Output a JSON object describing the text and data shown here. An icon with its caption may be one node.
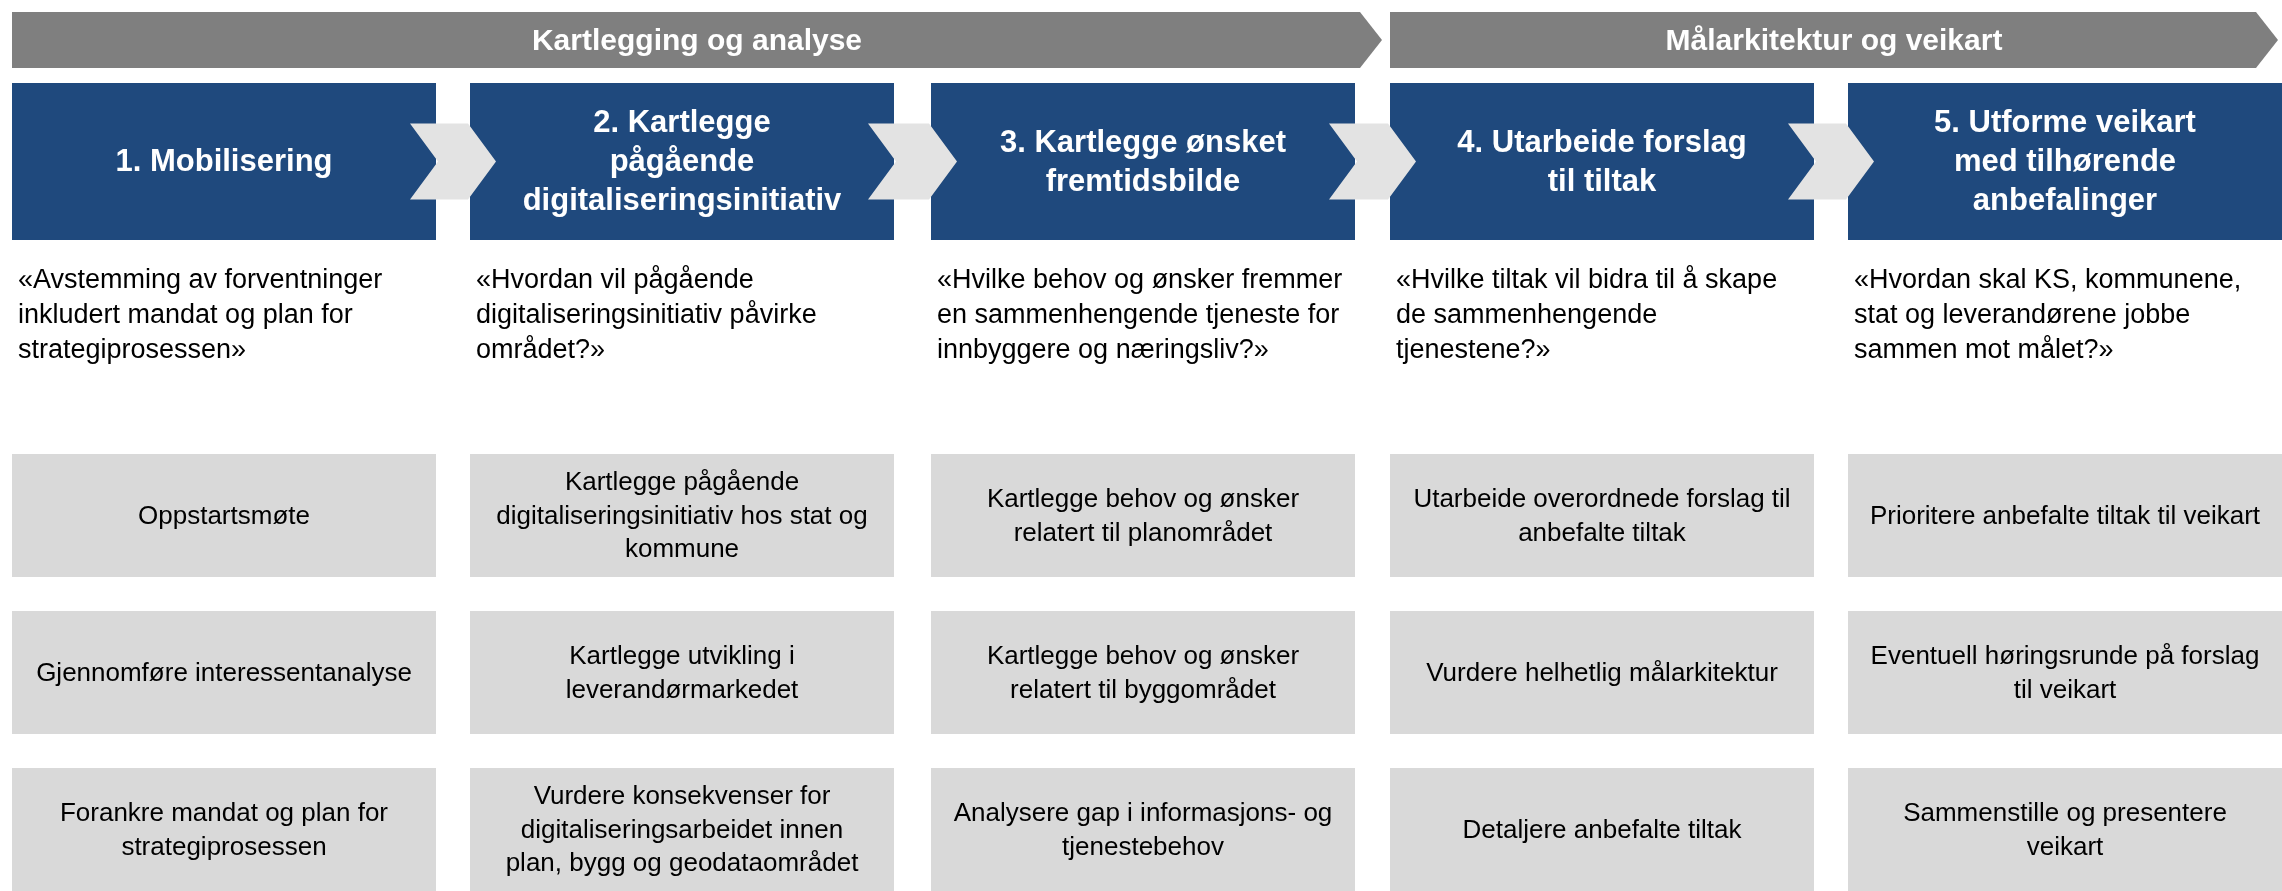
{
  "diagram": {
    "nodes": [
      {
        "text": [
          "Kartlegging og analyse"
        ]
      },
      {
        "text": [
          "Målarkitektur og veikart"
        ]
      },
      {
        "text": [
          "1. Mobilisering"
        ],
        "beside": [
          "«Avstemming av forventninger inkludert mandat og plan for strategiprosessen»"
        ]
      },
      {
        "text": [
          "2. Kartlegge pågående digitaliseringsinitiativ"
        ],
        "beside": [
          "«Hvordan vil pågående digitaliseringsinitiativ påvirke området?»"
        ]
      },
      {
        "text": [
          "3. Kartlegge ønsket fremtidsbilde"
        ],
        "beside": [
          "«Hvilke behov og ønsker fremmer en sammenhengende tjeneste for innbyggere og næringsliv?»"
        ]
      },
      {
        "text": [
          "4. Utarbeide forslag til tiltak"
        ],
        "beside": [
          "«Hvilke tiltak vil bidra til å skape de sammenhengende tjenestene?»"
        ]
      },
      {
        "text": [
          "5. Utforme veikart med tilhørende anbefalinger"
        ],
        "beside": [
          "«Hvordan skal KS, kommunene, stat og leverandørene jobbe sammen mot målet?»"
        ]
      },
      {
        "text": [
          "Oppstartsmøte"
        ]
      },
      {
        "text": [
          "Kartlegge pågående digitaliseringsinitiativ hos stat og kommune"
        ]
      },
      {
        "text": [
          "Kartlegge behov og ønsker relatert til planområdet"
        ]
      },
      {
        "text": [
          "Utarbeide overordnede forslag til anbefalte tiltak"
        ]
      },
      {
        "text": [
          "Prioritere anbefalte tiltak til veikart"
        ]
      },
      {
        "text": [
          "Gjennomføre interessentanalyse"
        ]
      },
      {
        "text": [
          "Kartlegge utvikling i leverandørmarkedet"
        ]
      },
      {
        "text": [
          "Kartlegge behov og ønsker relatert til byggområdet"
        ]
      },
      {
        "text": [
          "Vurdere helhetlig målarkitektur"
        ]
      },
      {
        "text": [
          "Eventuell høringsrunde på forslag til veikart"
        ]
      },
      {
        "text": [
          "Forankre mandat og plan for strategiprosessen"
        ]
      },
      {
        "text": [
          "Vurdere konsekvenser for digitaliseringsarbeidet innen plan, bygg og geodataområdet"
        ]
      },
      {
        "text": [
          "Analysere gap i informasjons- og tjenestebehov"
        ]
      },
      {
        "text": [
          "Detaljere anbefalte tiltak"
        ]
      },
      {
        "text": [
          "Sammenstille og presentere veikart"
        ]
      }
    ],
    "edges": [
      {
        "from": 2,
        "to": 3,
        "arrow": "to"
      },
      {
        "from": 3,
        "to": 4,
        "arrow": "to"
      },
      {
        "from": 4,
        "to": 5,
        "arrow": "to"
      },
      {
        "from": 5,
        "to": 6,
        "arrow": "to"
      }
    ]
  }
}
